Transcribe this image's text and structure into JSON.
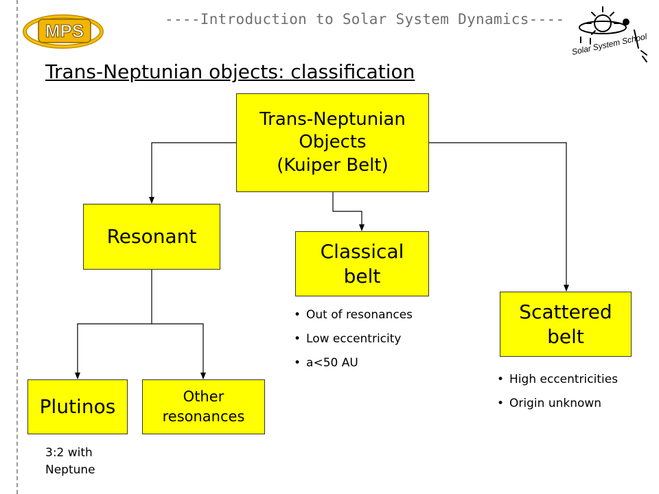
{
  "header": {
    "text": "----Introduction to Solar System Dynamics----"
  },
  "logos": {
    "left": "MPS",
    "right": "Solar System School"
  },
  "title": "Trans-Neptunian objects: classification",
  "boxes": {
    "tno": "Trans-Neptunian\nObjects\n(Kuiper Belt)",
    "resonant": "Resonant",
    "classical": "Classical\nbelt",
    "scattered": "Scattered\nbelt",
    "plutinos": "Plutinos",
    "other": "Other\nresonances"
  },
  "classical_notes": [
    "Out of resonances",
    "Low eccentricity",
    "a<50 AU"
  ],
  "scattered_notes": [
    "High eccentricities",
    "Origin unknown"
  ],
  "plutinos_note": "3:2 with\nNeptune",
  "colors": {
    "box_fill": "#ffff00",
    "header_text": "#6f6f6f",
    "logo_gold": "#f2b500"
  }
}
